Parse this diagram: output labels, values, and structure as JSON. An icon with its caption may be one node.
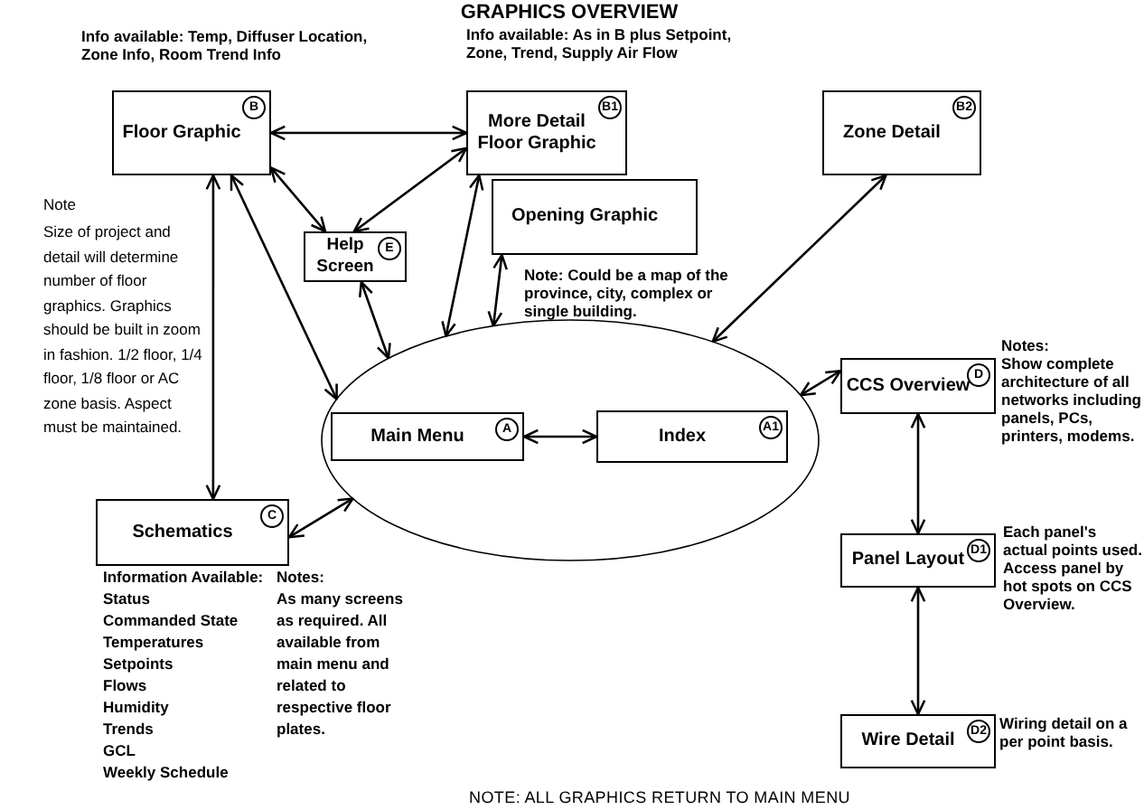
{
  "diagram": {
    "title": "GRAPHICS OVERVIEW",
    "nodes": [
      {
        "text": [],
        "shape": "ellipse"
      },
      {
        "text": [
          "Floor Graphic",
          "B"
        ],
        "beside": [
          "Info available: Temp, Diffuser Location, Zone Info, Room Trend Info"
        ]
      },
      {
        "text": [
          "More Detail Floor Graphic",
          "B1"
        ],
        "beside": [
          "Info available: As in B plus Setpoint, Zone, Trend, Supply Air Flow"
        ]
      },
      {
        "text": [
          "Zone Detail",
          "B2"
        ]
      },
      {
        "text": [
          "Help Screen",
          "E"
        ]
      },
      {
        "text": [
          "Opening Graphic"
        ],
        "beside": [
          "Note: Could be a map of the province, city, complex or single building."
        ]
      },
      {
        "text": [
          "CCS Overview",
          "D"
        ],
        "beside": [
          "Notes:",
          "Show complete architecture of all networks including panels, PCs, printers, modems."
        ]
      },
      {
        "text": [
          "Main Menu",
          "A"
        ],
        "in": 0
      },
      {
        "text": [
          "Index",
          "A1"
        ],
        "in": 0
      },
      {
        "text": [
          "Schematics",
          "C"
        ],
        "beside": [
          "Information Available:",
          "Status",
          "Commanded State",
          "Temperatures",
          "Setpoints",
          "Flows",
          "Humidity",
          "Trends",
          "GCL",
          "Weekly Schedule",
          "Notes:",
          "As many screens as required. All available from main menu and related to respective floor plates."
        ]
      },
      {
        "text": [
          "Panel Layout",
          "D1"
        ],
        "beside": [
          "Each panel's actual points used. Access panel by hot spots on CCS Overview."
        ]
      },
      {
        "text": [
          "Wire Detail",
          "D2"
        ],
        "beside": [
          "Wiring detail on a per point basis."
        ]
      }
    ],
    "edges": [
      {
        "from": 1,
        "to": 2,
        "arrow": "both"
      },
      {
        "from": 1,
        "to": 4,
        "arrow": "both"
      },
      {
        "from": 2,
        "to": 4,
        "arrow": "both"
      },
      {
        "from": 1,
        "to": 0,
        "arrow": "both"
      },
      {
        "from": 1,
        "to": 9,
        "arrow": "both"
      },
      {
        "from": 4,
        "to": 0,
        "arrow": "both"
      },
      {
        "from": 2,
        "to": 0,
        "arrow": "both"
      },
      {
        "from": 5,
        "to": 0,
        "arrow": "both"
      },
      {
        "from": 3,
        "to": 0,
        "arrow": "both"
      },
      {
        "from": 6,
        "to": 0,
        "arrow": "both"
      },
      {
        "from": 7,
        "to": 8,
        "arrow": "both"
      },
      {
        "from": 9,
        "to": 0,
        "arrow": "both"
      },
      {
        "from": 6,
        "to": 10,
        "arrow": "both"
      },
      {
        "from": 10,
        "to": 11,
        "arrow": "both"
      }
    ],
    "labels": [
      "Note",
      "Size of project and detail will determine number of floor graphics. Graphics should be built in zoom in fashion. 1/2 floor, 1/4 floor, 1/8 floor or AC zone basis. Aspect must be maintained.",
      "NOTE: ALL GRAPHICS RETURN TO MAIN MENU"
    ]
  }
}
